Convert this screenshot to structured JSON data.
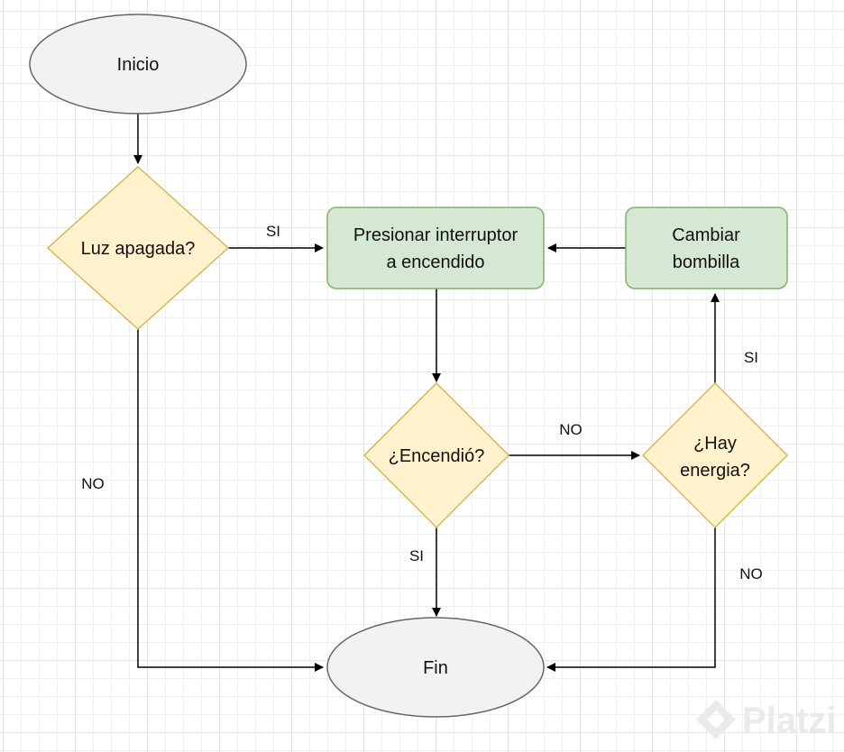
{
  "colors": {
    "terminal_fill": "#f2f2f2",
    "terminal_stroke": "#666666",
    "decision_fill": "#fff2cc",
    "decision_stroke": "#d6b656",
    "process_fill": "#d5e8d4",
    "process_stroke": "#82b366",
    "edge": "#000000",
    "watermark": "#eaeaea"
  },
  "nodes": {
    "inicio": {
      "label": "Inicio"
    },
    "luz_apagada": {
      "label": "Luz apagada?"
    },
    "presionar": {
      "line1": "Presionar interruptor",
      "line2": "a encendido"
    },
    "cambiar": {
      "line1": "Cambiar",
      "line2": "bombilla"
    },
    "encendio": {
      "label": "¿Encendió?"
    },
    "hay_energia": {
      "line1": "¿Hay",
      "line2": "energia?"
    },
    "fin": {
      "label": "Fin"
    }
  },
  "edges": {
    "luz_to_presionar": "SI",
    "luz_to_fin": "NO",
    "encendio_to_energia": "NO",
    "encendio_to_fin": "SI",
    "energia_to_cambiar": "SI",
    "energia_to_fin": "NO"
  },
  "watermark": {
    "text": "Platzi",
    "icon": "platzi-logo-icon"
  }
}
